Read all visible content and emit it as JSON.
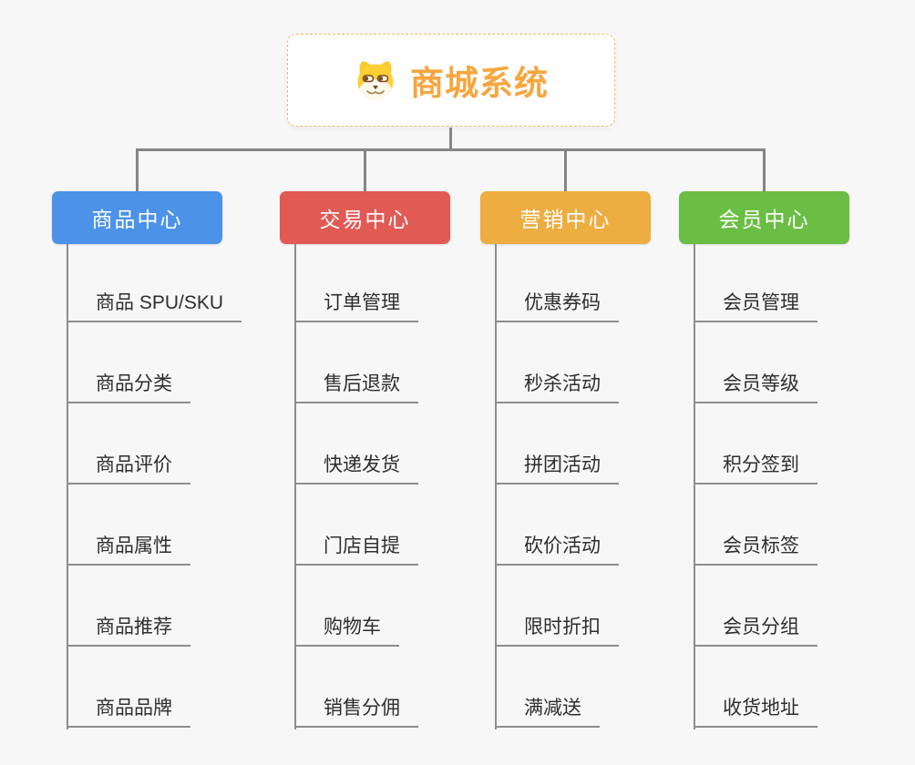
{
  "root": {
    "title": "商城系统",
    "icon": "dog-face-icon"
  },
  "branches": [
    {
      "label": "商品中心",
      "color": "#4b92e8",
      "items": [
        "商品 SPU/SKU",
        "商品分类",
        "商品评价",
        "商品属性",
        "商品推荐",
        "商品品牌"
      ]
    },
    {
      "label": "交易中心",
      "color": "#e15a54",
      "items": [
        "订单管理",
        "售后退款",
        "快递发货",
        "门店自提",
        "购物车",
        "销售分佣"
      ]
    },
    {
      "label": "营销中心",
      "color": "#eead41",
      "items": [
        "优惠券码",
        "秒杀活动",
        "拼团活动",
        "砍价活动",
        "限时折扣",
        "满减送"
      ]
    },
    {
      "label": "会员中心",
      "color": "#6bbe44",
      "items": [
        "会员管理",
        "会员等级",
        "积分签到",
        "会员标签",
        "会员分组",
        "收货地址"
      ]
    }
  ],
  "colors": {
    "background": "#f7f7f8",
    "root_border": "#f2bd6c",
    "root_title": "#f6a63f",
    "connector": "#858585",
    "underline": "#8d8d8d",
    "topic_text": "#2e2e2e"
  }
}
